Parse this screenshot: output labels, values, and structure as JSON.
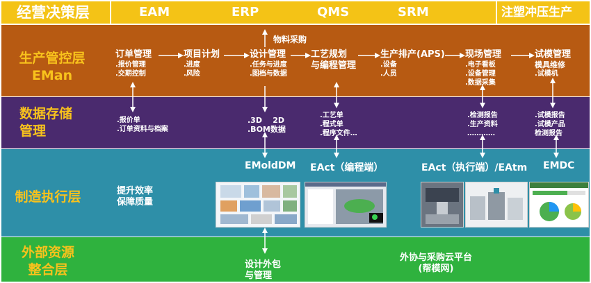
{
  "header": {
    "left_title": "经营决策层",
    "systems": [
      "EAM",
      "ERP",
      "QMS",
      "SRM"
    ],
    "right_title": "注塑冲压生产"
  },
  "production_layer": {
    "title_line1": "生产管控层",
    "title_line2": "EMan",
    "material_purchase": "物料采购",
    "nodes": [
      {
        "title": "订单管理",
        "subs": [
          ".报价管理",
          ".交期控制"
        ]
      },
      {
        "title": "项目计划",
        "subs": [
          ".进度",
          ".风险"
        ]
      },
      {
        "title": "设计管理",
        "subs": [
          ".任务与进度",
          ".图档与数据"
        ]
      },
      {
        "title_line1": "工艺规划",
        "title_line2": "与编程管理",
        "subs": []
      },
      {
        "title": "生产排产(APS)",
        "subs": [
          ".设备",
          ".人员"
        ]
      },
      {
        "title": "现场管理",
        "subs": [
          ".电子看板",
          ".设备管理",
          ".数据采集"
        ]
      },
      {
        "title": "试模管理",
        "subs": [
          "模具维修",
          ".试模机"
        ]
      }
    ]
  },
  "data_layer": {
    "title_line1": "数据存储",
    "title_line2": "管理",
    "groups": [
      [
        ".报价单",
        ".订单资料与档案"
      ],
      [
        ".3D    2D",
        ".BOM数据"
      ],
      [
        ".工艺单",
        ".程式单",
        ".程序文件…"
      ],
      [
        ".检测报告",
        ".生产资料",
        "…………"
      ],
      [
        ".试模报告",
        ".试模产品",
        "检测报告"
      ]
    ]
  },
  "exec_layer": {
    "title": "制造执行层",
    "slogan_line1": "提升效率",
    "slogan_line2": "保障质量",
    "products": [
      "EMoldDM",
      "EAct（编程端）",
      "EAct（执行端）/EAtm",
      "EMDC"
    ]
  },
  "external_layer": {
    "title_line1": "外部资源",
    "title_line2": "整合层",
    "design_outsource_line1": "设计外包",
    "design_outsource_line2": "与管理",
    "cloud_line1": "外协与采购云平台",
    "cloud_line2": "(帮模网)"
  },
  "colors": {
    "header": "#f4c316",
    "production": "#b75a12",
    "data": "#4a2a6e",
    "execution": "#2e8fa8",
    "external": "#2fb23e",
    "layer_title": "#f8c21c"
  }
}
